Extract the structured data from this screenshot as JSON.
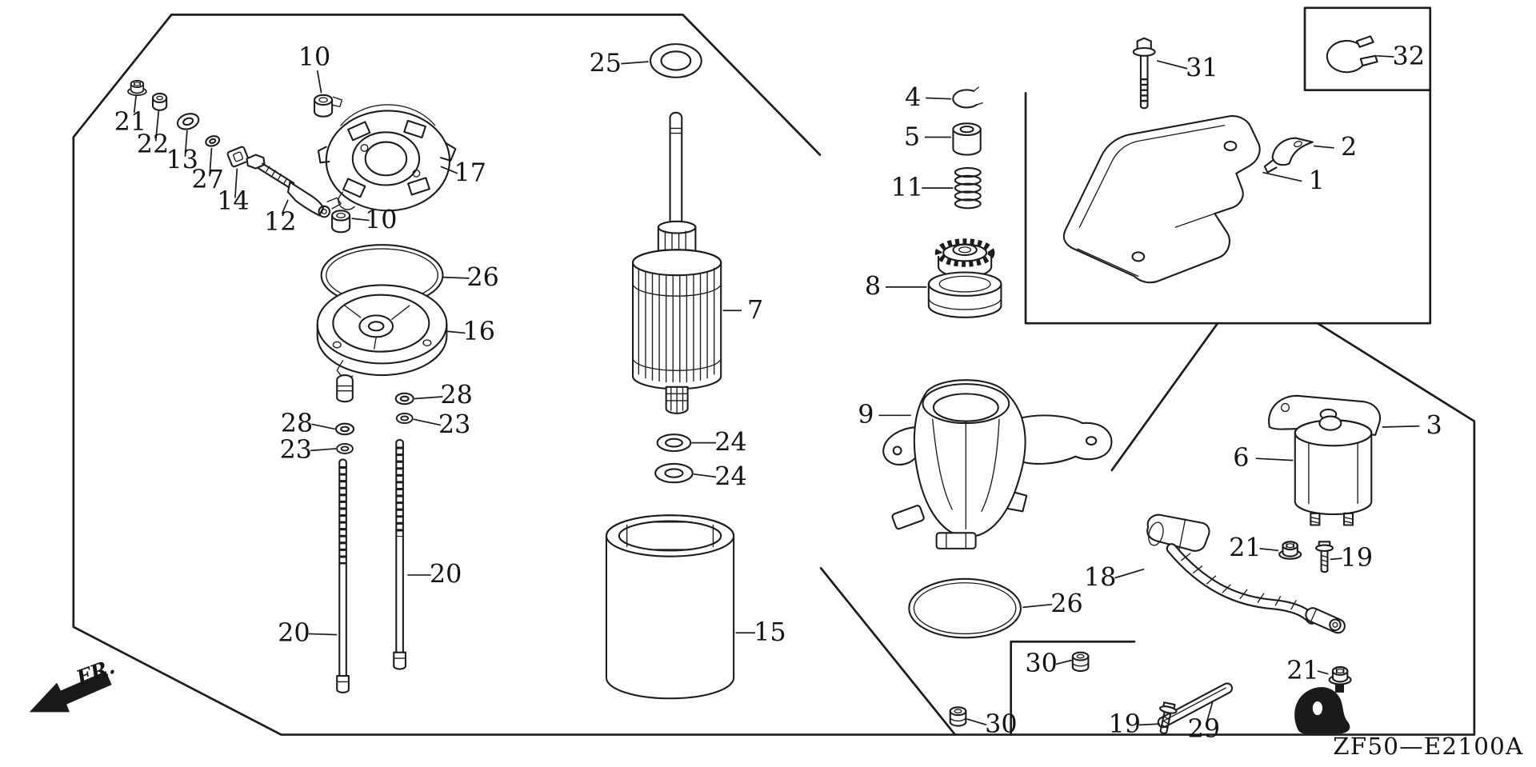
{
  "background": "#ffffff",
  "ink": "#1c1c1c",
  "diagram": {
    "drawing_code": "ZF50—E2100A",
    "front_label": "FR.",
    "callouts": [
      {
        "label": "21"
      },
      {
        "label": "22"
      },
      {
        "label": "13"
      },
      {
        "label": "27"
      },
      {
        "label": "14"
      },
      {
        "label": "10"
      },
      {
        "label": "17"
      },
      {
        "label": "12"
      },
      {
        "label": "10"
      },
      {
        "label": "25"
      },
      {
        "label": "26"
      },
      {
        "label": "16"
      },
      {
        "label": "7"
      },
      {
        "label": "28"
      },
      {
        "label": "23"
      },
      {
        "label": "28"
      },
      {
        "label": "23"
      },
      {
        "label": "24"
      },
      {
        "label": "24"
      },
      {
        "label": "20"
      },
      {
        "label": "20"
      },
      {
        "label": "15"
      },
      {
        "label": "4"
      },
      {
        "label": "5"
      },
      {
        "label": "11"
      },
      {
        "label": "8"
      },
      {
        "label": "9"
      },
      {
        "label": "31"
      },
      {
        "label": "32"
      },
      {
        "label": "2"
      },
      {
        "label": "1"
      },
      {
        "label": "3"
      },
      {
        "label": "6"
      },
      {
        "label": "21"
      },
      {
        "label": "19"
      },
      {
        "label": "18"
      },
      {
        "label": "26"
      },
      {
        "label": "30"
      },
      {
        "label": "21"
      },
      {
        "label": "19"
      },
      {
        "label": "29"
      },
      {
        "label": "30"
      }
    ]
  }
}
